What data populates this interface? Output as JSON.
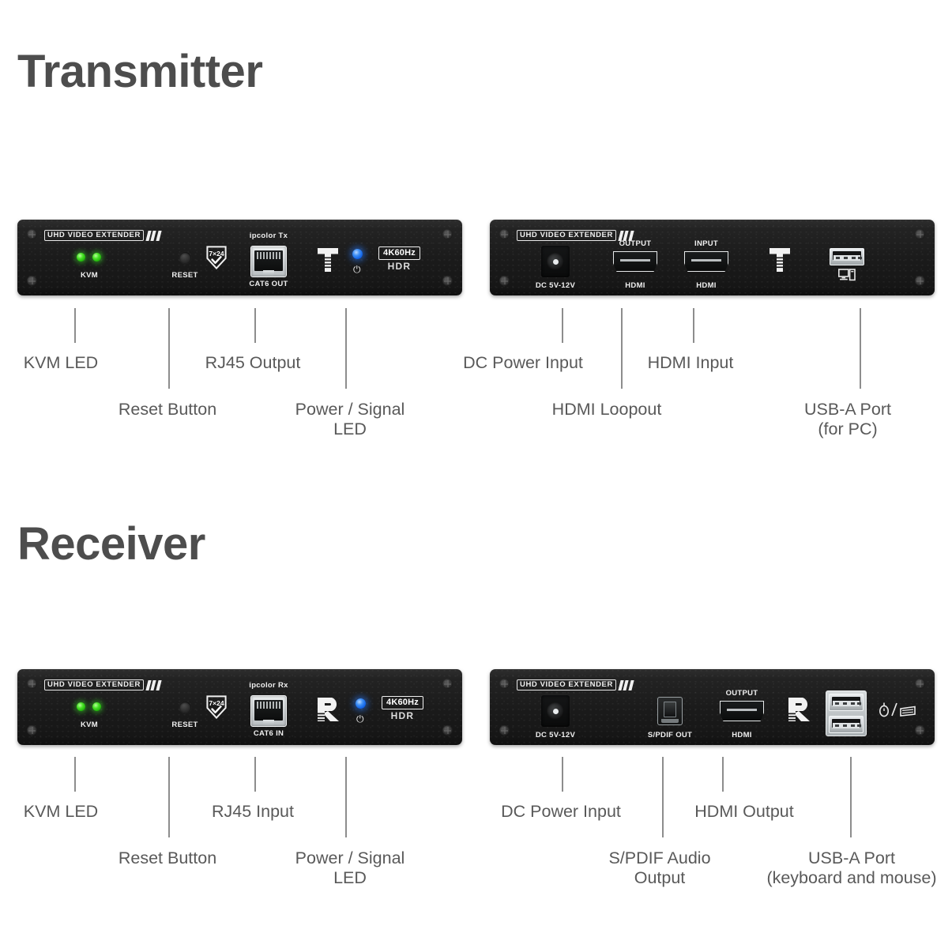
{
  "sections": {
    "transmitter": {
      "title": "Transmitter"
    },
    "receiver": {
      "title": "Receiver"
    }
  },
  "brand": {
    "name": "UHD VIDEO EXTENDER"
  },
  "devices": {
    "tx_front": {
      "kvm_label": "KVM",
      "reset_label": "RESET",
      "shield_label": "7×24",
      "rj45_top_label": "ipcolor Tx",
      "rj45_bottom_label": "CAT6 OUT",
      "logo": "T",
      "power_symbol": "⏻",
      "badge_top": "4K60Hz",
      "badge_bottom": "HDR"
    },
    "tx_rear": {
      "dc_label": "DC 5V-12V",
      "hdmi_out_top": "OUTPUT",
      "hdmi_out_bottom": "HDMI",
      "hdmi_in_top": "INPUT",
      "hdmi_in_bottom": "HDMI",
      "logo": "T"
    },
    "rx_front": {
      "kvm_label": "KVM",
      "reset_label": "RESET",
      "shield_label": "7×24",
      "rj45_top_label": "ipcolor Rx",
      "rj45_bottom_label": "CAT6 IN",
      "logo": "R",
      "power_symbol": "⏻",
      "badge_top": "4K60Hz",
      "badge_bottom": "HDR"
    },
    "rx_rear": {
      "dc_label": "DC 5V-12V",
      "spdif_label": "S/PDIF OUT",
      "hdmi_out_top": "OUTPUT",
      "hdmi_out_bottom": "HDMI",
      "logo": "R"
    }
  },
  "callouts": {
    "tx_front": [
      {
        "text": "KVM LED"
      },
      {
        "text": "Reset Button"
      },
      {
        "text": "RJ45 Output"
      },
      {
        "text": "Power / Signal",
        "text2": "LED"
      }
    ],
    "tx_rear": [
      {
        "text": "DC Power Input"
      },
      {
        "text": "HDMI Loopout"
      },
      {
        "text": "HDMI Input"
      },
      {
        "text": "USB-A Port",
        "text2": "(for PC)"
      }
    ],
    "rx_front": [
      {
        "text": "KVM LED"
      },
      {
        "text": "Reset Button"
      },
      {
        "text": "RJ45 Input"
      },
      {
        "text": "Power / Signal",
        "text2": "LED"
      }
    ],
    "rx_rear": [
      {
        "text": "DC Power Input"
      },
      {
        "text": "S/PDIF Audio",
        "text2": "Output"
      },
      {
        "text": "HDMI Output"
      },
      {
        "text": "USB-A Port",
        "text2": "(keyboard and mouse)"
      }
    ]
  },
  "colors": {
    "heading": "#4d4d4d",
    "callout_text": "#595959",
    "leader_line": "#8d8d8d",
    "led_green": "#3ce028",
    "led_blue": "#2b7df5",
    "chassis": "#1b1b1b",
    "background": "#ffffff"
  }
}
